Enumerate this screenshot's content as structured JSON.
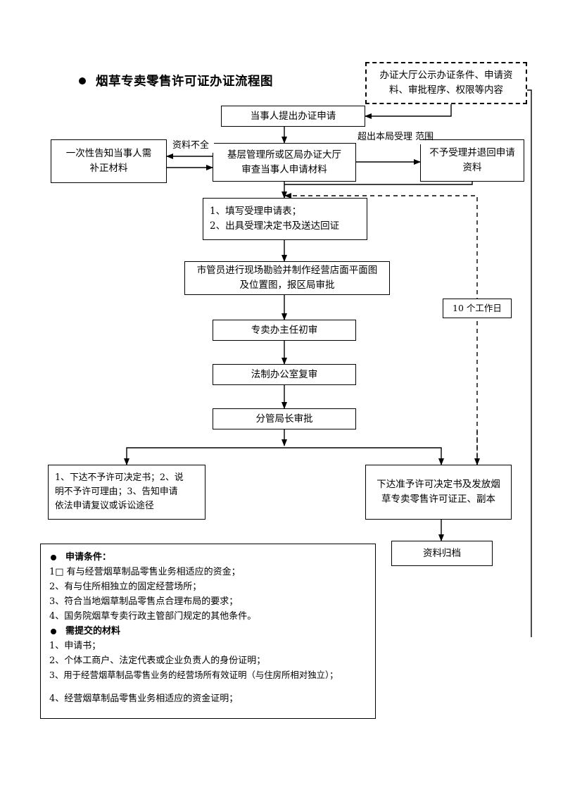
{
  "document": {
    "title_bullet": "●",
    "title": "烟草专卖零售许可证办证流程图"
  },
  "nodes": {
    "public_notice": {
      "name": "public-notice-box",
      "style": "dashed",
      "lines": [
        "办证大厅公示办证条件、申请资",
        "料、审批程序、权限等内容"
      ]
    },
    "apply": {
      "name": "applicant-submits-box",
      "lines": [
        "当事人提出办证申请"
      ]
    },
    "notify_correct": {
      "name": "one-time-notice-box",
      "lines": [
        "一次性告知当事人需",
        "补正材料"
      ]
    },
    "review_materials": {
      "name": "grassroots-review-box",
      "lines": [
        "基层管理所或区局办证大厅",
        "审查当事人申请材料"
      ]
    },
    "reject_return": {
      "name": "refuse-and-return-box",
      "lines": [
        "不予受理并退回申请",
        "资料"
      ]
    },
    "accept_steps": {
      "name": "acceptance-steps-box",
      "style": "left",
      "lines": [
        "1、填写受理申请表；",
        "2、出具受理决定书及送达回证"
      ]
    },
    "site_survey": {
      "name": "site-survey-box",
      "lines": [
        "市管员进行现场勘验并制作经营店面平面图",
        "及位置图，报区局审批"
      ]
    },
    "first_review": {
      "name": "monopoly-office-first-review-box",
      "lines": [
        "专卖办主任初审"
      ]
    },
    "legal_review": {
      "name": "legal-office-re-review-box",
      "lines": [
        "法制办公室复审"
      ]
    },
    "director_approval": {
      "name": "deputy-director-approval-box",
      "lines": [
        "分管局长审批"
      ]
    },
    "working_days": {
      "name": "ten-working-days-box",
      "lines": [
        "10 个工作日"
      ]
    },
    "denial_decision": {
      "name": "denial-decision-box",
      "style": "left",
      "lines": [
        "1、下达不予许可决定书；2、说",
        "明不予许可理由；3、告知申请",
        "依法申请复议或诉讼途径"
      ]
    },
    "grant_license": {
      "name": "grant-license-box",
      "lines": [
        "下达准予许可决定书及发放烟",
        "草专卖零售许可证正、副本"
      ]
    },
    "archive": {
      "name": "archive-box",
      "lines": [
        "资料归档"
      ]
    }
  },
  "edge_labels": {
    "incomplete": {
      "name": "edge-label-incomplete-materials",
      "lines": [
        "资料不全"
      ]
    },
    "out_of_scope": {
      "name": "edge-label-out-of-scope",
      "lines": [
        "超出本局受理",
        "范围"
      ]
    }
  },
  "panel": {
    "conditions_header": "申请条件：",
    "conditions": [
      "1□ 有与经营烟草制品零售业务相适应的资金；",
      "2、有与住所相独立的固定经营场所；",
      "3、符合当地烟草制品零售点合理布局的要求；",
      "4、国务院烟草专卖行政主管部门规定的其他条件。"
    ],
    "materials_header": "需提交的材料",
    "materials": [
      "1、申请书；",
      "2、个体工商户、法定代表或企业负责人的身份证明；",
      "3、用于经营烟草制品零售业务的经营场所有效证明（与住房所相对独立）；",
      "",
      "4、经营烟草制品零售业务相适应的资金证明；"
    ],
    "bullet": "●"
  },
  "colors": {
    "stroke": "#000000",
    "background": "#ffffff"
  }
}
